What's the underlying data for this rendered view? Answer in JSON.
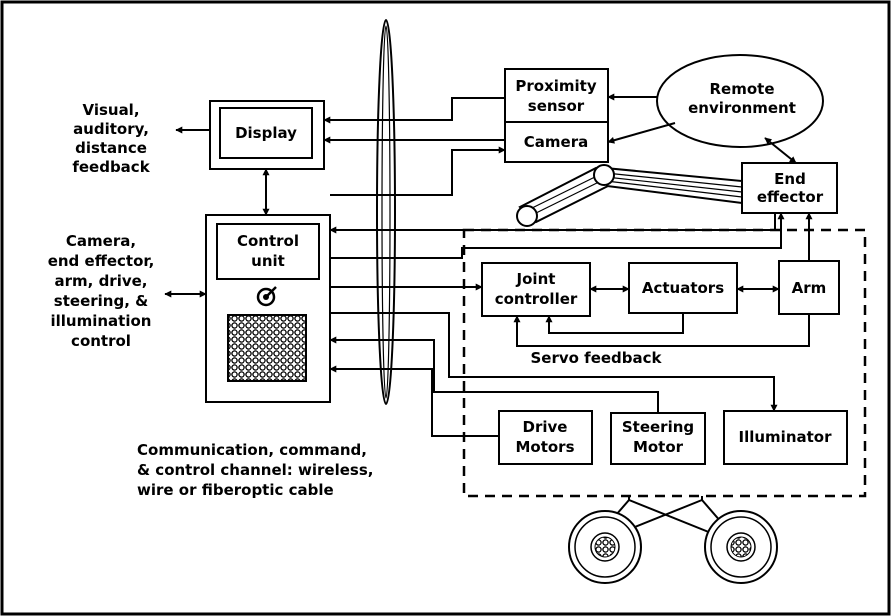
{
  "nodes": {
    "display": "Display",
    "control_unit": [
      "Control",
      "unit"
    ],
    "proximity_sensor": [
      "Proximity",
      "sensor"
    ],
    "camera": "Camera",
    "remote_environment": [
      "Remote",
      "environment"
    ],
    "end_effector": [
      "End",
      "effector"
    ],
    "joint_controller": [
      "Joint",
      "controller"
    ],
    "actuators": "Actuators",
    "arm": "Arm",
    "drive_motors": [
      "Drive",
      "Motors"
    ],
    "steering_motor": [
      "Steering",
      "Motor"
    ],
    "illuminator": "Illuminator"
  },
  "labels": {
    "feedback_outputs": [
      "Visual,",
      "auditory,",
      "distance",
      "feedback"
    ],
    "control_inputs": [
      "Camera,",
      "end effector,",
      "arm, drive,",
      "steering, &",
      "illumination",
      "control"
    ],
    "servo_feedback": "Servo feedback",
    "channel": [
      "Communication, command,",
      "& control channel: wireless,",
      "wire or fiberoptic cable"
    ]
  }
}
